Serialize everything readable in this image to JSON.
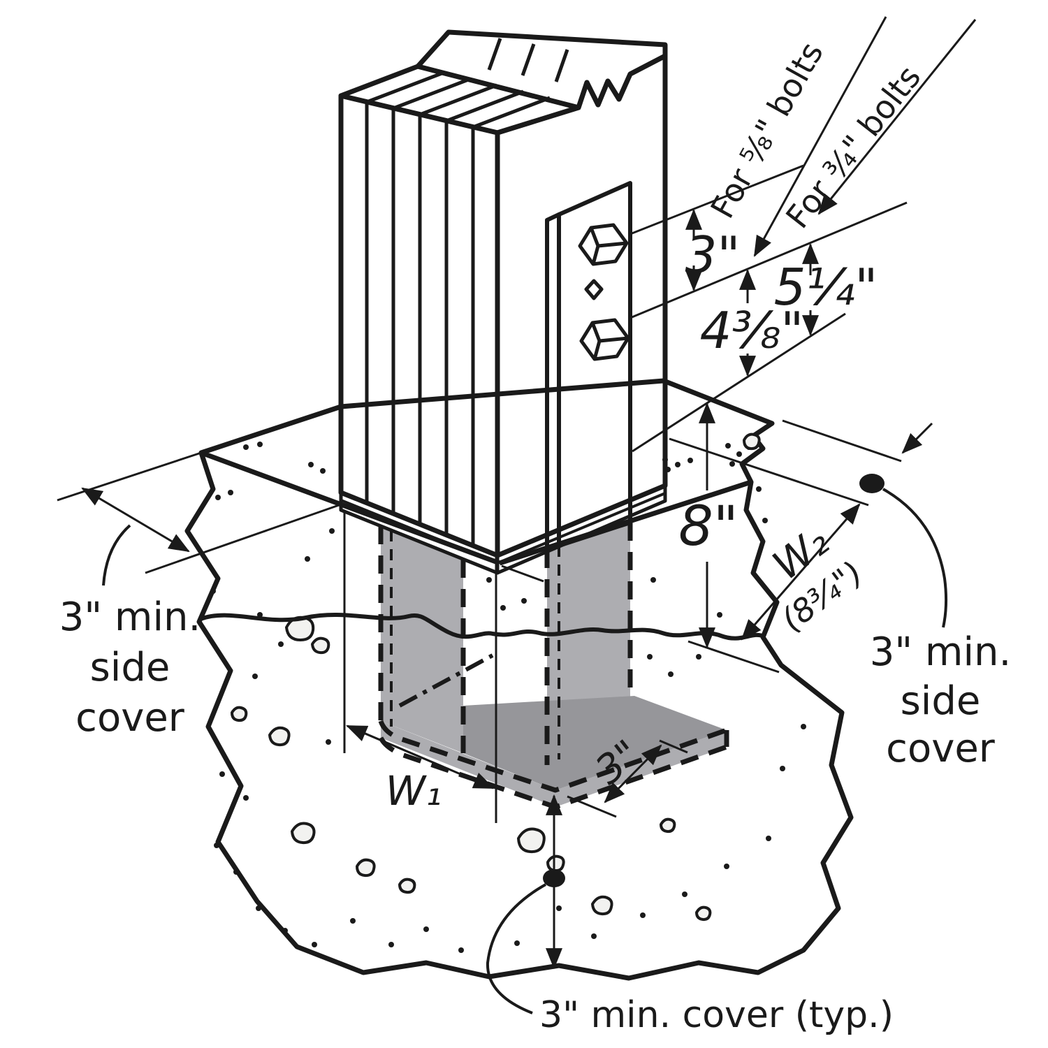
{
  "colors": {
    "wood": "#F2A65A",
    "steel": "#ADADB1",
    "steel_dark": "#96969A",
    "steel_light": "#C9C9CD",
    "concrete": "#F2F2F0",
    "line": "#1A1A1A"
  },
  "annotations": {
    "bolt_note_small": "For ⅝\" bolts",
    "bolt_note_large": "For ¾\" bolts",
    "bolt_spacing": "3\"",
    "lower_bolt_height_small": "4⅜\"",
    "lower_bolt_height_large": "5¼\"",
    "embedment": "8\"",
    "w2_label": "W₂",
    "w2_value": "(8¾\")",
    "w1_label": "W₁",
    "seat_depth": "3\"",
    "side_cover_left": [
      "3\" min.",
      "side",
      "cover"
    ],
    "side_cover_right": [
      "3\" min.",
      "side",
      "cover"
    ],
    "bottom_cover": "3\" min. cover (typ.)"
  }
}
